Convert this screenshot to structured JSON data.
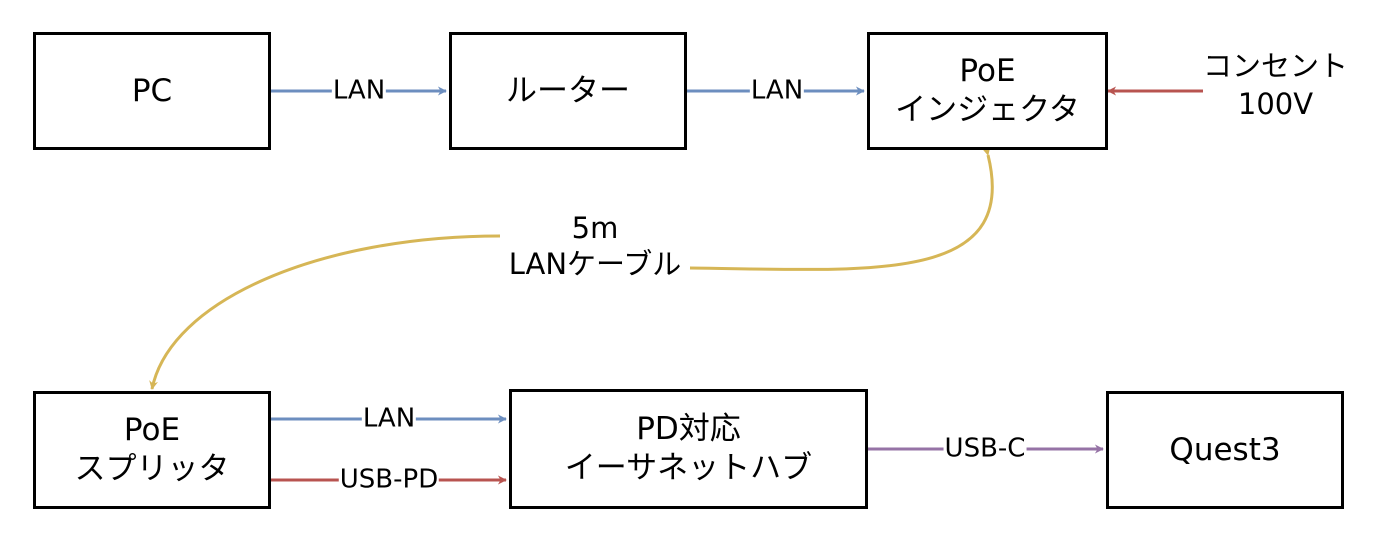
{
  "colors": {
    "blue": "#6c8ebf",
    "red": "#b85450",
    "purple": "#9673a6",
    "yellow": "#d6b656",
    "border": "#000000"
  },
  "nodes": {
    "pc": {
      "label": "PC"
    },
    "router": {
      "label": "ルーター"
    },
    "injector": {
      "line1": "PoE",
      "line2": "インジェクタ"
    },
    "splitter": {
      "line1": "PoE",
      "line2": "スプリッタ"
    },
    "hub": {
      "line1": "PD対応",
      "line2": "イーサネットハブ"
    },
    "quest": {
      "label": "Quest3"
    }
  },
  "outlet": {
    "line1": "コンセント",
    "line2": "100V"
  },
  "edges": {
    "pc_router": "LAN",
    "router_injector": "LAN",
    "splitter_hub_lan": "LAN",
    "splitter_hub_pd": "USB-PD",
    "hub_quest": "USB-C",
    "cable": {
      "line1": "5m",
      "line2": "LANケーブル"
    }
  }
}
